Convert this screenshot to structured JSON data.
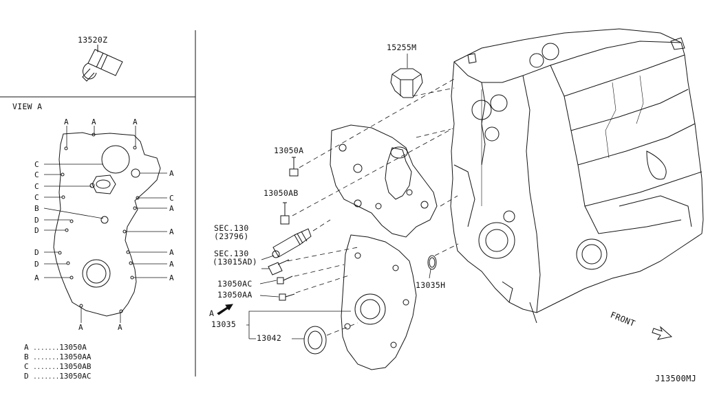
{
  "parts": {
    "p13520z": "13520Z",
    "p15255m": "15255M",
    "p13050a": "13050A",
    "p13050ab": "13050AB",
    "sec130_a": "SEC.130",
    "sec130_a_sub": "(23796)",
    "sec130_b": "SEC.130",
    "sec130_b_sub": "(13015AD)",
    "p13050ac": "13050AC",
    "p13050aa": "13050AA",
    "p13035": "13035",
    "p13042": "13042",
    "p13035h": "13035H"
  },
  "view": {
    "title": "VIEW A",
    "letter_a": "A",
    "letter_b": "B",
    "letter_c": "C",
    "letter_d": "D"
  },
  "legend": [
    {
      "key": "A",
      "dots": ".......",
      "part": "13050A"
    },
    {
      "key": "B",
      "dots": ".......",
      "part": "13050AA"
    },
    {
      "key": "C",
      "dots": ".......",
      "part": "13050AB"
    },
    {
      "key": "D",
      "dots": ".......",
      "part": "13050AC"
    }
  ],
  "arrow_label": "A",
  "front_label": "FRONT",
  "diagram_code": "J13500MJ"
}
